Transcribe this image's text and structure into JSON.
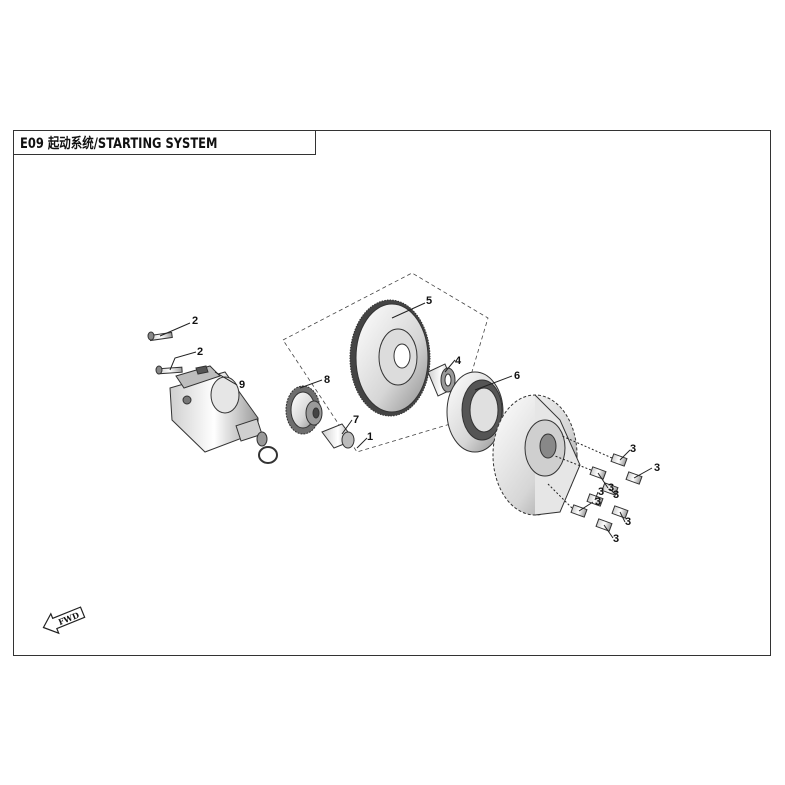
{
  "title": "E09 起动系统/STARTING SYSTEM",
  "callouts": {
    "p1": "1",
    "p2a": "2",
    "p2b": "2",
    "p3a": "3",
    "p3b": "3",
    "p3c": "3",
    "p3d": "3",
    "p3e": "3",
    "p3f": "3",
    "p3g": "3",
    "p3h": "3",
    "p4": "4",
    "p5": "5",
    "p6": "6",
    "p7": "7",
    "p8": "8",
    "p9": "9"
  },
  "fwd_label": "FWD",
  "colors": {
    "line": "#222222",
    "part_fill": "#f2f2f2",
    "part_dark": "#8a8a8a"
  }
}
